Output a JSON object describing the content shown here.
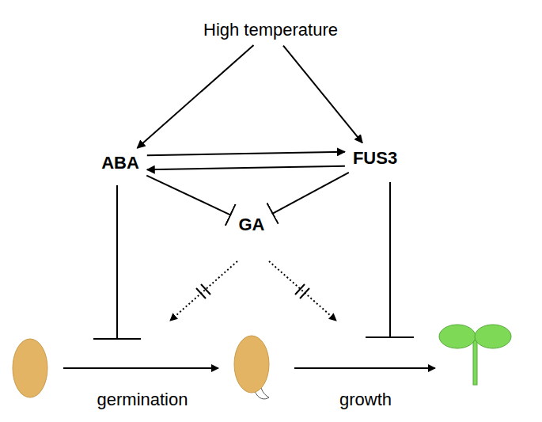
{
  "diagram": {
    "nodes": [
      {
        "text": [
          "High temperature"
        ]
      },
      {
        "text": [
          "ABA"
        ]
      },
      {
        "text": [
          "FUS3"
        ]
      },
      {
        "text": [
          "GA"
        ]
      }
    ],
    "edges": [
      {
        "from": 0,
        "to": 1,
        "arrow": "to"
      },
      {
        "from": 0,
        "to": 2,
        "arrow": "to"
      },
      {
        "from": 1,
        "to": 2,
        "arrow": "to"
      },
      {
        "from": 2,
        "to": 1,
        "arrow": "to"
      },
      {
        "from": 1,
        "to": 3,
        "arrow": "to"
      },
      {
        "from": 2,
        "to": 3,
        "arrow": "to"
      }
    ],
    "labels": [
      "germination",
      "growth"
    ]
  }
}
